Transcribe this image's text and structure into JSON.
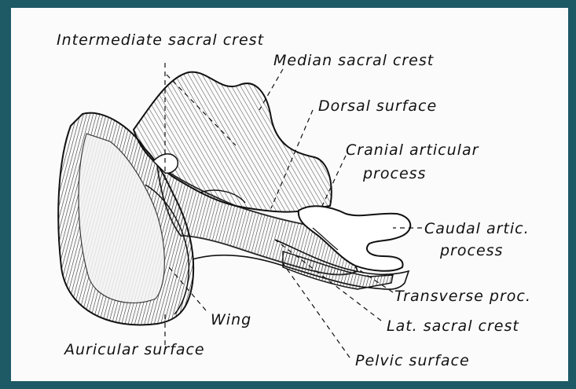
{
  "labels": {
    "intermediate_sacral_crest": "Intermediate sacral crest",
    "median_sacral_crest": "Median sacral crest",
    "dorsal_surface": "Dorsal surface",
    "cranial_articular_process_1": "Cranial articular",
    "cranial_articular_process_2": "process",
    "caudal_artic_process_1": "Caudal artic.",
    "caudal_artic_process_2": "process",
    "transverse_proc": "Transverse  proc.",
    "lat_sacral_crest": "Lat. sacral crest",
    "pelvic_surface": "Pelvic surface",
    "wing": "Wing",
    "auricular_surface": "Auricular surface"
  },
  "colors": {
    "background": "#1d5a66",
    "panel": "#fbfbfb",
    "ink": "#111111"
  }
}
